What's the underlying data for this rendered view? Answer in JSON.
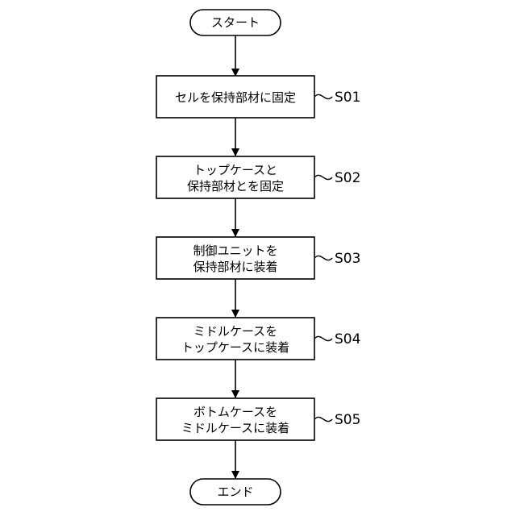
{
  "flowchart": {
    "start": "スタート",
    "end": "エンド",
    "steps": [
      {
        "lines": [
          "セルを保持部材に固定"
        ],
        "label": "S01"
      },
      {
        "lines": [
          "トップケースと",
          "保持部材とを固定"
        ],
        "label": "S02"
      },
      {
        "lines": [
          "制御ユニットを",
          "保持部材に装着"
        ],
        "label": "S03"
      },
      {
        "lines": [
          "ミドルケースを",
          "トップケースに装着"
        ],
        "label": "S04"
      },
      {
        "lines": [
          "ボトムケースを",
          "ミドルケースに装着"
        ],
        "label": "S05"
      }
    ]
  }
}
